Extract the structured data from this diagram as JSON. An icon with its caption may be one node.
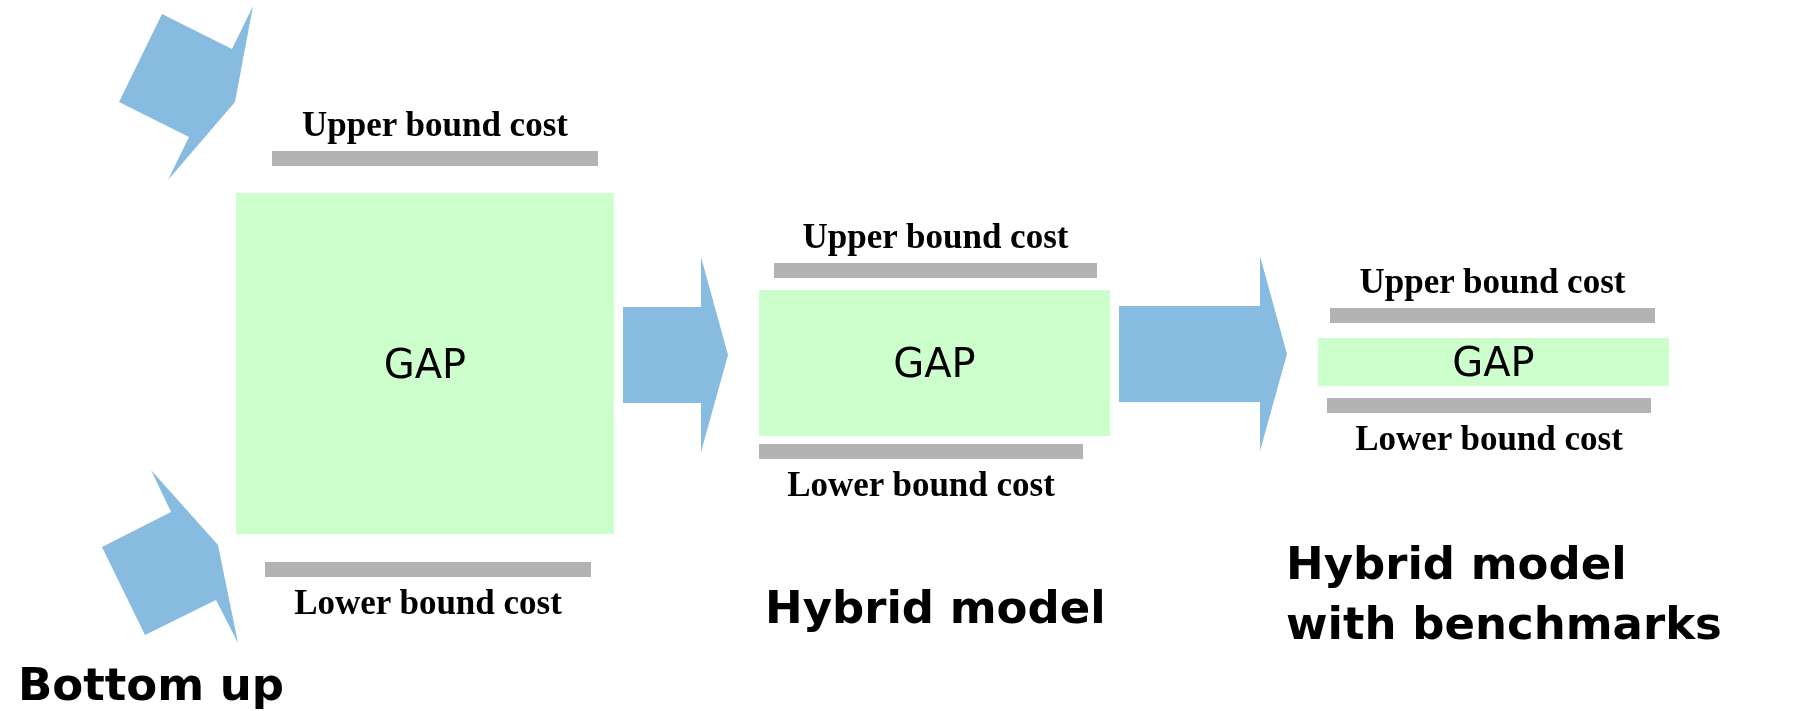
{
  "diagram": {
    "nodes": [
      {
        "text": [
          "GAP"
        ]
      },
      {
        "text": [
          "GAP"
        ]
      },
      {
        "text": [
          "GAP"
        ]
      },
      {
        "text": [],
        "shape": "bar",
        "beside": [
          "Upper bound cost"
        ]
      },
      {
        "text": [],
        "shape": "bar",
        "beside": [
          "Lower bound cost"
        ]
      },
      {
        "text": [],
        "shape": "bar",
        "beside": [
          "Upper bound cost"
        ]
      },
      {
        "text": [],
        "shape": "bar",
        "beside": [
          "Lower bound cost"
        ]
      },
      {
        "text": [],
        "shape": "bar",
        "beside": [
          "Upper bound cost"
        ]
      },
      {
        "text": [],
        "shape": "bar",
        "beside": [
          "Lower bound cost"
        ]
      }
    ],
    "edges": [
      {
        "from": null,
        "to": 0,
        "arrow": "to"
      },
      {
        "from": null,
        "to": 0,
        "arrow": "to"
      },
      {
        "from": 0,
        "to": 1,
        "arrow": "to"
      },
      {
        "from": 1,
        "to": 2,
        "arrow": "to"
      }
    ],
    "labels": [
      "Hybrid model",
      "Hybrid model with benchmarks",
      "Bottom up"
    ]
  }
}
